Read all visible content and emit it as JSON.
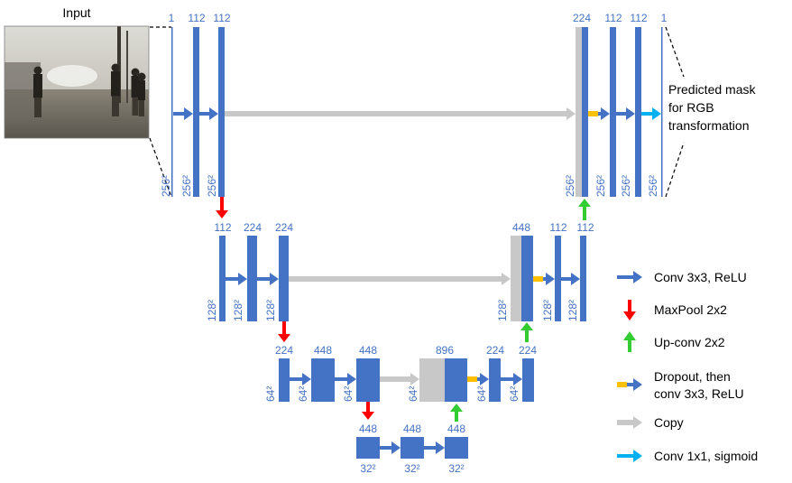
{
  "colors": {
    "block": "#4472c4",
    "copy": "#c8c8c8",
    "conv": "#4472c4",
    "maxpool": "#ff0000",
    "upconv": "#33cc33",
    "dropout": "#ffc000",
    "sigmoid": "#00b0f0",
    "text": "#4472c4"
  },
  "input_label": "Input",
  "output_label": [
    "Predicted mask",
    "for RGB",
    "transformation"
  ],
  "levels": [
    {
      "size_label": "256²",
      "encoder": [
        "1",
        "112",
        "112"
      ],
      "decoder_copy": "224",
      "decoder": [
        "112",
        "112",
        "1"
      ]
    },
    {
      "size_label": "128²",
      "encoder": [
        "112",
        "224",
        "224"
      ],
      "decoder_copy": "448",
      "decoder": [
        "112",
        "112"
      ]
    },
    {
      "size_label": "64²",
      "encoder": [
        "224",
        "448",
        "448"
      ],
      "decoder_copy": "896",
      "decoder": [
        "224",
        "224"
      ]
    },
    {
      "size_label": "32²",
      "bottleneck": [
        "448",
        "448",
        "448"
      ]
    }
  ],
  "legend": [
    {
      "icon": "conv-arrow-icon",
      "label": "Conv 3x3, ReLU"
    },
    {
      "icon": "maxpool-arrow-icon",
      "label": "MaxPool 2x2"
    },
    {
      "icon": "upconv-arrow-icon",
      "label": "Up-conv 2x2"
    },
    {
      "icon": "dropout-arrow-icon",
      "label": [
        "Dropout, then",
        "conv 3x3, ReLU"
      ]
    },
    {
      "icon": "copy-arrow-icon",
      "label": "Copy"
    },
    {
      "icon": "sigmoid-arrow-icon",
      "label": "Conv 1x1, sigmoid"
    }
  ]
}
